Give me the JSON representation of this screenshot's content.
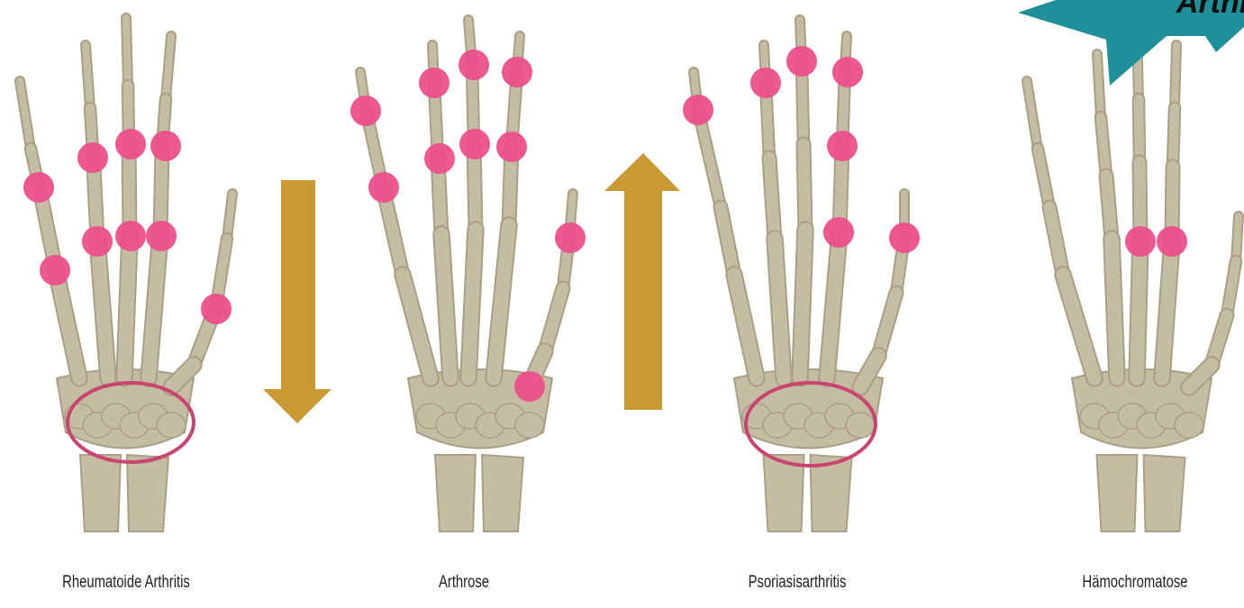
{
  "banner": {
    "text": "Arthr",
    "color": "#1f8f99"
  },
  "colors": {
    "bone": "#c5bda3",
    "bone_shade": "#a89f84",
    "joint_marker": "#ec4f8a",
    "wrist_ring": "#c9446e",
    "arrow": "#c99a33"
  },
  "hands": [
    {
      "caption": "Rheumatoide Arthritis",
      "wrist_ring": true
    },
    {
      "caption": "Arthrose",
      "wrist_ring": false
    },
    {
      "caption": "Psoriasisarthritis",
      "wrist_ring": true
    },
    {
      "caption": "Hämochromatose",
      "wrist_ring": false
    }
  ],
  "arrows": [
    {
      "direction": "down",
      "icon": "arrow-down-icon"
    },
    {
      "direction": "up",
      "icon": "arrow-up-icon"
    }
  ]
}
